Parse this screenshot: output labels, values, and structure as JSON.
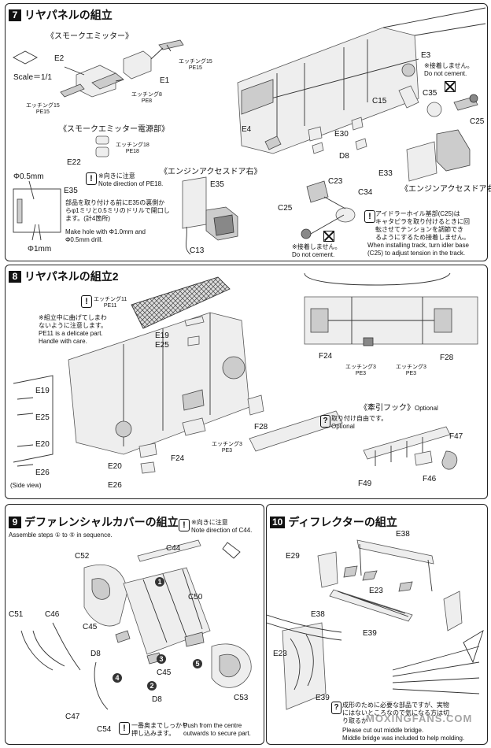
{
  "step7": {
    "num": "7",
    "title": "リヤパネルの組立",
    "smoke_emitter": "《スモークエミッター》",
    "smoke_power": "《スモークエミッター電源部》",
    "engine_right": "《エンジンアクセスドア右》",
    "engine_left": "《エンジンアクセスドア右》",
    "scale": "Scale＝1/1",
    "etch15a": "エッチング15",
    "pe15a": "PE15",
    "etch15b": "エッチング15",
    "pe15b": "PE15",
    "etch8": "エッチング8",
    "pe8": "PE8",
    "etch18": "エッチング18",
    "pe18": "PE18",
    "note_pe18_jp": "※向きに注意",
    "note_pe18_en": "Note direction of PE18.",
    "phi05": "Φ0.5mm",
    "phi1": "Φ1mm",
    "drill_jp1": "部品を取り付ける前にE35の裏側か",
    "drill_jp2": "らφ1ミリと0.5ミリのドリルで開口し",
    "drill_jp3": "ます。(計4箇所)",
    "drill_en1": "Make hole with Φ1.0mm and",
    "drill_en2": "Φ0.5mm drill.",
    "nocement1_jp": "※接着しません。",
    "nocement1_en": "Do not cement.",
    "nocement2_jp": "※接着しません。",
    "nocement2_en": "Do not cement.",
    "idler_jp1": "アイドラーホイル基部(C25)は",
    "idler_jp2": "キャタピラを取り付けるときに回",
    "idler_jp3": "転させてテンションを調節でき",
    "idler_jp4": "るようにするため接着しません。",
    "idler_en1": "When installing track, turn idler base",
    "idler_en2": "(C25) to adjust tension in the track.",
    "parts": {
      "e2": "E2",
      "e1": "E1",
      "e3": "E3",
      "e4": "E4",
      "e22": "E22",
      "e35a": "E35",
      "e35b": "E35",
      "c13": "C13",
      "c15": "C15",
      "c35": "C35",
      "c25a": "C25",
      "c25b": "C25",
      "e30": "E30",
      "d8": "D8",
      "e33": "E33",
      "c23": "C23",
      "c34": "C34"
    }
  },
  "step8": {
    "num": "8",
    "title": "リヤパネルの組立2",
    "etch11": "エッチング11",
    "pe11": "PE11",
    "delicate_jp1": "※組立中に曲げてしまわ",
    "delicate_jp2": "ないように注意します。",
    "delicate_en1": "PE11 is a delicate part.",
    "delicate_en2": "Handle with care.",
    "etch3a": "エッチング3",
    "pe3a": "PE3",
    "etch3b": "エッチング3",
    "pe3b": "PE3",
    "etch3c": "エッチング3",
    "pe3c": "PE3",
    "hook_title": "《牽引フック》",
    "hook_opt": "Optional",
    "hook_jp": "取り付け自由です。",
    "hook_en": "Optional",
    "side_view": "(Side view)",
    "parts": {
      "e19a": "E19",
      "e25a": "E25",
      "e19b": "E19",
      "e25b": "E25",
      "e20a": "E20",
      "e26a": "E26",
      "e20b": "E20",
      "e26b": "E26",
      "f24a": "F24",
      "f24b": "F24",
      "f28a": "F28",
      "f28b": "F28",
      "f47": "F47",
      "f46": "F46",
      "f49": "F49"
    }
  },
  "step9": {
    "num": "9",
    "title": "デファレンシャルカバーの組立",
    "assemble": "Assemble steps ① to ⑤ in sequence.",
    "note_jp": "※向きに注意",
    "note_en": "Note direction of C44.",
    "push_jp1": "一番奥までしっかり",
    "push_jp2": "押し込みます。",
    "push_en1": "Push  from  the  centre",
    "push_en2": "outwards to secure part.",
    "steps": [
      "1",
      "2",
      "3",
      "4",
      "5"
    ],
    "parts": {
      "c44": "C44",
      "c52": "C52",
      "c50": "C50",
      "c51": "C51",
      "c46": "C46",
      "c45a": "C45",
      "c45b": "C45",
      "d8a": "D8",
      "d8b": "D8",
      "c47": "C47",
      "c53": "C53",
      "c54": "C54"
    }
  },
  "step10": {
    "num": "10",
    "title": "ディフレクターの組立",
    "cut_jp1": "成形のために必要な部品ですが、実物",
    "cut_jp2": "にはないところなので気になる方は切",
    "cut_jp3": "り取るか",
    "cut_en1": "Please cut out middle bridge.",
    "cut_en2": "Middle bridge was included to help molding.",
    "parts": {
      "e38a": "E38",
      "e29": "E29",
      "e23a": "E23",
      "e39a": "E39",
      "e38b": "E38",
      "e23b": "E23",
      "e39b": "E39"
    }
  },
  "watermark": "MOXINGFANS.COM"
}
